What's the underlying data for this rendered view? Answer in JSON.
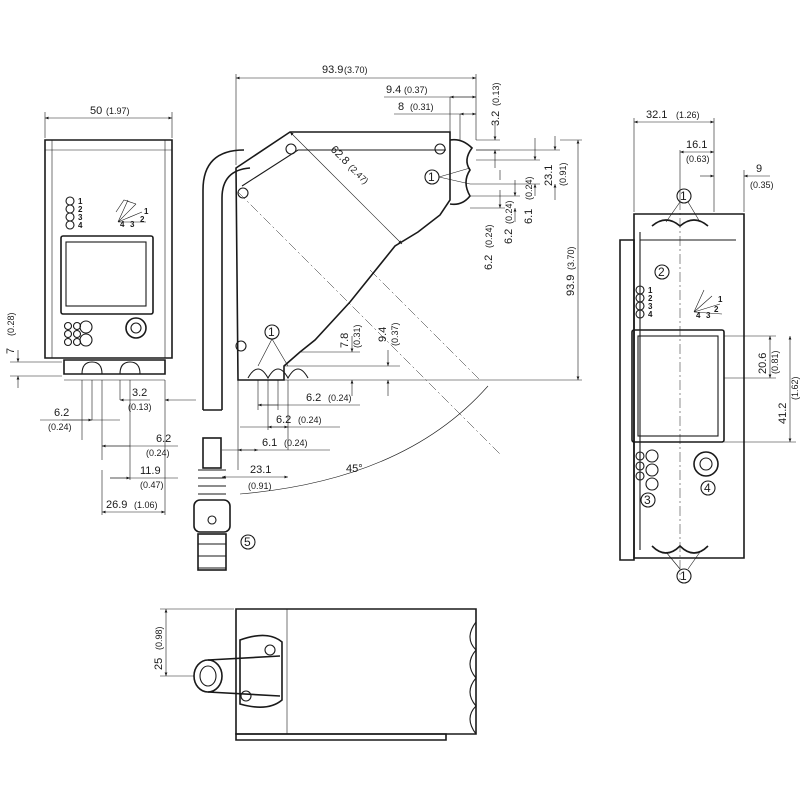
{
  "dimensions": {
    "front_width": "50",
    "front_width_in": "(1.97)",
    "total_939_top": "93.9",
    "total_939_top_in": "(3.70)",
    "d94_top": "9.4",
    "d94_top_in": "(0.37)",
    "d8_top": "8",
    "d8_top_in": "(0.31)",
    "d32_right": "3.2",
    "d32_right_in": "(0.13)",
    "diag_628": "62.8",
    "diag_628_in": "(2.47)",
    "d231_right": "23.1",
    "d231_right_in": "(0.91)",
    "d61_right": "6.1",
    "d61_right_in": "(0.24)",
    "d62_right_a": "6.2",
    "d62_right_a_in": "(0.24)",
    "d62_right_b": "6.2",
    "d62_right_b_in": "(0.24)",
    "total_939_side": "93.9",
    "total_939_side_in": "(3.70)",
    "d78": "7.8",
    "d78_in": "(0.31)",
    "d94_lower": "9.4",
    "d94_lower_in": "(0.37)",
    "d62_lower_a": "6.2",
    "d62_lower_a_in": "(0.24)",
    "d62_lower_b": "6.2",
    "d62_lower_b_in": "(0.24)",
    "d61_lower": "6.1",
    "d61_lower_in": "(0.24)",
    "d231_lower": "23.1",
    "d231_lower_in": "(0.91)",
    "angle": "45°",
    "d7_left": "7",
    "d7_left_in": "(0.28)",
    "d32_front": "3.2",
    "d32_front_in": "(0.13)",
    "d62_front_a": "6.2",
    "d62_front_a_in": "(0.24)",
    "d62_front_b": "6.2",
    "d62_front_b_in": "(0.24)",
    "d119": "11.9",
    "d119_in": "(0.47)",
    "d269": "26.9",
    "d269_in": "(1.06)",
    "d321": "32.1",
    "d321_in": "(1.26)",
    "d161": "16.1",
    "d161_in": "(0.63)",
    "d9": "9",
    "d9_in": "(0.35)",
    "d206": "20.6",
    "d206_in": "(0.81)",
    "d412": "41.2",
    "d412_in": "(1.62)",
    "d25": "25",
    "d25_in": "(0.98)"
  },
  "callouts": {
    "c1": "1",
    "c2": "2",
    "c3": "3",
    "c4": "4",
    "c5": "5"
  },
  "led_labels": [
    "1",
    "2",
    "3",
    "4"
  ],
  "zone_labels": [
    "1",
    "2",
    "3",
    "4"
  ]
}
